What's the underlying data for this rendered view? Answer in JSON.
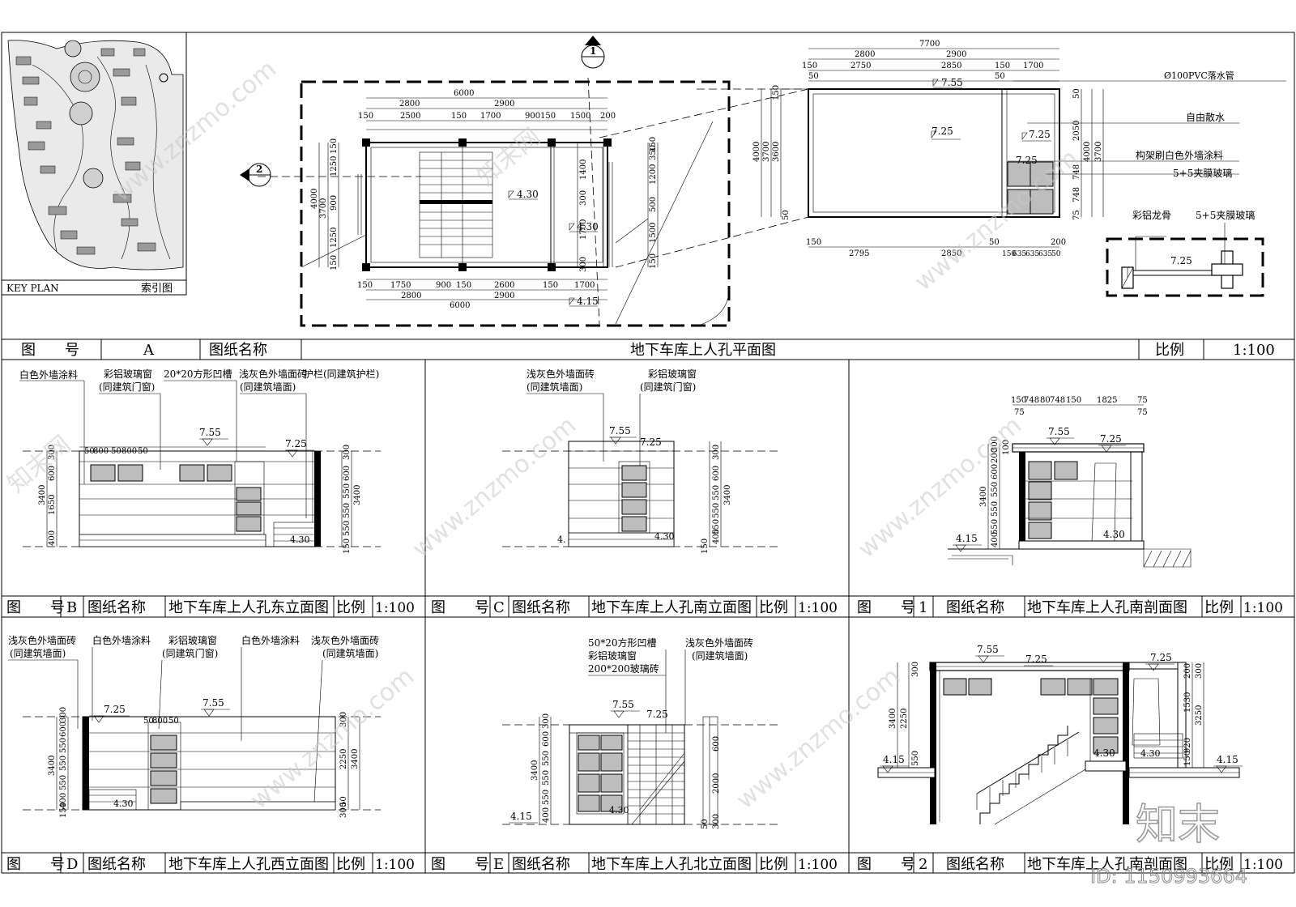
{
  "key_plan": {
    "label_en": "KEY PLAN",
    "label_cn": "索引图"
  },
  "section_markers": {
    "m1": "1",
    "m2": "2"
  },
  "title_row_A": {
    "label_no": "图　　号",
    "no": "A",
    "label_name": "图纸名称",
    "name": "地下车库上人孔平面图",
    "label_scale": "比例",
    "scale": "1:100"
  },
  "plan": {
    "dims_top": [
      "6000",
      "2800",
      "2900",
      "150",
      "2500",
      "150",
      "1700",
      "900",
      "150",
      "1500",
      "200"
    ],
    "dims_bottom": [
      "150",
      "1750",
      "900",
      "150",
      "2600",
      "150",
      "1700",
      "2800",
      "2900",
      "6000"
    ],
    "dims_left": [
      "4000",
      "3700",
      "150",
      "1250",
      "900",
      "1250",
      "150"
    ],
    "dims_right": [
      "1400",
      "300",
      "1700",
      "150",
      "350",
      "1200",
      "500",
      "1500",
      "150",
      "300"
    ],
    "levels": [
      "4.30",
      "4.30",
      "4.15"
    ]
  },
  "roof_plan": {
    "dims_top": [
      "7700",
      "2800",
      "2900",
      "150",
      "2750",
      "2850",
      "150",
      "1700",
      "50",
      "50"
    ],
    "dims_bottom": [
      "150",
      "2795",
      "2850",
      "50",
      "150",
      "635",
      "635",
      "635",
      "200",
      "50"
    ],
    "dims_left": [
      "4000",
      "3700",
      "3600",
      "150",
      "50"
    ],
    "dims_right": [
      "2050",
      "748",
      "748",
      "4000",
      "3700",
      "75",
      "50"
    ],
    "levels": [
      "7.55",
      "7.25",
      "7.25",
      "7.25"
    ],
    "notes": [
      "Ø100PVC落水管",
      "自由散水",
      "构架刷白色外墙涂料",
      "5+5夹膜玻璃"
    ],
    "detail_notes": [
      "彩铝龙骨",
      "5+5夹膜玻璃"
    ],
    "detail_level": "7.25"
  },
  "elev_B": {
    "notes": [
      "白色外墙涂料",
      "彩铝玻璃窗",
      "(同建筑门窗)",
      "20*20方形凹槽",
      "浅灰色外墙面砖",
      "(同建筑墙面)",
      "护栏(同建筑护栏)"
    ],
    "levels": [
      "7.55",
      "7.25",
      "4.30"
    ],
    "dims": [
      "50",
      "800",
      "50",
      "800",
      "50",
      "3400",
      "1650",
      "600",
      "300",
      "400",
      "300",
      "600",
      "550",
      "550",
      "550",
      "3400",
      "150"
    ],
    "title": {
      "label_no": "图　　号",
      "no": "B",
      "label_name": "图纸名称",
      "name": "地下车库上人孔东立面图",
      "label_scale": "比例",
      "scale": "1:100"
    }
  },
  "elev_C": {
    "notes": [
      "浅灰色外墙面砖",
      "(同建筑墙面)",
      "彩铝玻璃窗",
      "(同建筑门窗)"
    ],
    "levels": [
      "7.55",
      "7.25",
      "4.30",
      "4."
    ],
    "dims": [
      "300",
      "600",
      "550",
      "550",
      "550",
      "400",
      "150",
      "3400"
    ],
    "title": {
      "label_no": "图　　号",
      "no": "C",
      "label_name": "图纸名称",
      "name": "地下车库上人孔南立面图",
      "label_scale": "比例",
      "scale": "1:100"
    }
  },
  "section_1": {
    "dims_top": [
      "150",
      "748",
      "80",
      "748",
      "150",
      "1825",
      "75",
      "75",
      "75"
    ],
    "levels": [
      "7.55",
      "7.25",
      "4.15",
      "4.30"
    ],
    "dims_left": [
      "3400",
      "400",
      "550",
      "550",
      "550",
      "600",
      "200",
      "300",
      "100"
    ],
    "title": {
      "label_no": "图　　号",
      "no": "1",
      "label_name": "图纸名称",
      "name": "地下车库上人孔南剖面图",
      "label_scale": "比例",
      "scale": "1:100"
    }
  },
  "elev_D": {
    "notes": [
      "浅灰色外墙面砖",
      "(同建筑墙面)",
      "白色外墙涂料",
      "彩铝玻璃窗",
      "(同建筑门窗)",
      "白色外墙涂料",
      "浅灰色外墙面砖",
      "(同建筑墙面)"
    ],
    "levels": [
      "7.25",
      "7.55",
      "4.30"
    ],
    "dims": [
      "50",
      "800",
      "50",
      "3400",
      "400",
      "550",
      "550",
      "550",
      "600",
      "300",
      "150",
      "300",
      "2250",
      "3400",
      "50",
      "300"
    ],
    "title": {
      "label_no": "图　　号",
      "no": "D",
      "label_name": "图纸名称",
      "name": "地下车库上人孔西立面图",
      "label_scale": "比例",
      "scale": "1:100"
    }
  },
  "elev_E": {
    "notes": [
      "50*20方形凹槽",
      "彩铝玻璃窗",
      "200*200玻璃砖",
      "浅灰色外墙面砖",
      "(同建筑墙面)"
    ],
    "levels": [
      "7.55",
      "7.25",
      "4.30",
      "4.15"
    ],
    "dims": [
      "3400",
      "400",
      "550",
      "550",
      "550",
      "600",
      "300",
      "600",
      "2000",
      "50",
      "300"
    ],
    "title": {
      "label_no": "图　　号",
      "no": "E",
      "label_name": "图纸名称",
      "name": "地下车库上人孔北立面图",
      "label_scale": "比例",
      "scale": "1:100"
    }
  },
  "section_2": {
    "levels": [
      "7.55",
      "7.25",
      "7.25",
      "4.15",
      "4.30",
      "4.30",
      "4.15"
    ],
    "dims_left": [
      "300",
      "3400",
      "2250",
      "550"
    ],
    "dims_right": [
      "200",
      "300",
      "1530",
      "3250",
      "920",
      "150"
    ],
    "title": {
      "label_no": "图　　号",
      "no": "2",
      "label_name": "图纸名称",
      "name": "地下车库上人孔南剖面图",
      "label_scale": "比例",
      "scale": "1:100"
    }
  },
  "watermark": {
    "brand": "知末",
    "site": "www.znzmo.com",
    "cn": "知末网",
    "id": "ID: 1150993664"
  }
}
